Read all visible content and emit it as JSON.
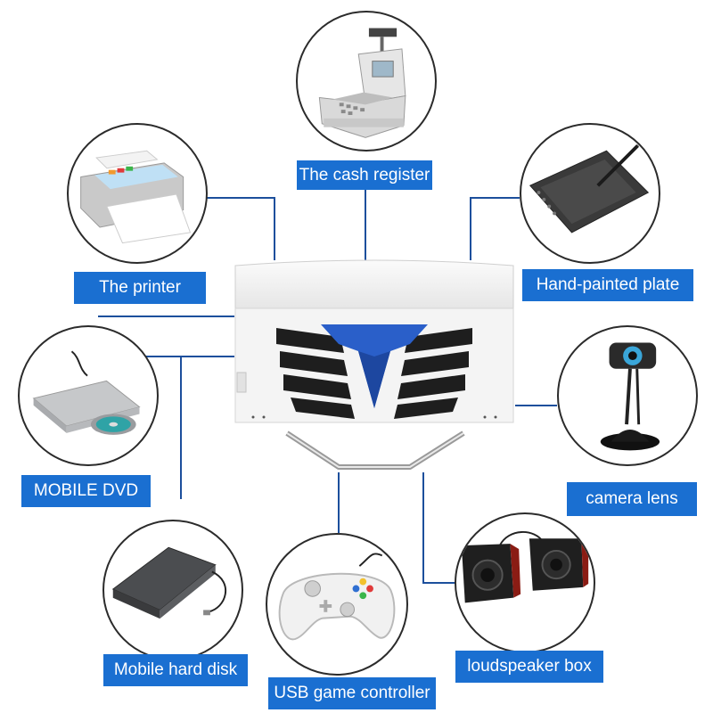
{
  "peripherals": {
    "cash_register": "The cash register",
    "printer": "The printer",
    "hand_painted_plate": "Hand-painted plate",
    "mobile_dvd": "MOBILE DVD",
    "camera_lens": "camera lens",
    "mobile_hard_disk": "Mobile hard disk",
    "usb_game_controller": "USB game controller",
    "loudspeaker_box": "loudspeaker box"
  },
  "colors": {
    "label_background": "#1a6fd1",
    "connector_line": "#1c4f9c",
    "circle_border": "#2b2b2b",
    "pc_accent": "#2a5fc9"
  },
  "icons": {
    "center": "all-in-one-pc-icon",
    "items": [
      "cash-register-icon",
      "printer-icon",
      "drawing-tablet-icon",
      "dvd-drive-icon",
      "webcam-icon",
      "hard-disk-icon",
      "gamepad-icon",
      "speakers-icon"
    ]
  }
}
